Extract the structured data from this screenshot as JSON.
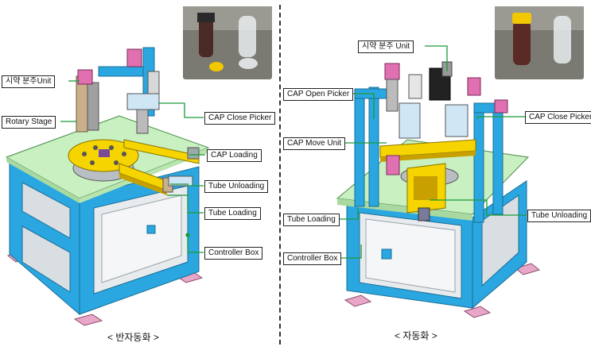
{
  "left": {
    "caption": "< 반자동화 >",
    "labels": {
      "reagent_unit": "시약 분주Unit",
      "rotary_stage": "Rotary Stage",
      "cap_close_picker": "CAP Close Picker",
      "cap_loading": "CAP Loading",
      "tube_unloading": "Tube Unloading",
      "tube_loading": "Tube Loading",
      "controller_box": "Controller Box"
    }
  },
  "right": {
    "caption": "< 자동화 >",
    "labels": {
      "reagent_unit": "시약 분주 Unit",
      "cap_open_picker": "CAP Open Picker",
      "cap_move_unit": "CAP Move Unit",
      "cap_close_picker": "CAP Close Picker",
      "tube_loading": "Tube Loading",
      "tube_unloading": "Tube Unloading",
      "controller_box": "Controller Box"
    }
  },
  "colors": {
    "frame": "#2aa7e0",
    "table": "#c8f0c0",
    "leader": "#1a9a3a",
    "yellow": "#f5d000",
    "pink": "#e070b0",
    "photo_bg": "#7a7a72"
  }
}
